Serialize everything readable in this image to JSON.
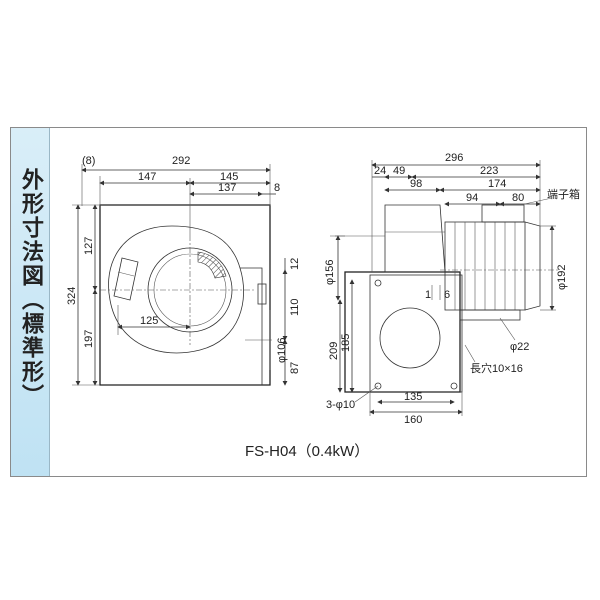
{
  "title": "外形寸法図（標準形）",
  "caption": "FS-H04（0.4kW）",
  "front_view": {
    "dims": {
      "d8_paren": "(8)",
      "d292": "292",
      "d147": "147",
      "d145": "145",
      "d137": "137",
      "d8": "8",
      "d127": "127",
      "d324": "324",
      "d197": "197",
      "d125": "125",
      "d12": "12",
      "d110": "110",
      "d106": "φ106",
      "d87": "87"
    }
  },
  "side_view": {
    "dims": {
      "d296": "296",
      "d24": "24",
      "d49": "49",
      "d223": "223",
      "d98": "98",
      "d174": "174",
      "d94": "94",
      "d80": "80",
      "terminal_box": "端子箱",
      "d156": "φ156",
      "d192": "φ192",
      "d1": "1",
      "d6": "6",
      "d209": "209",
      "d185": "185",
      "d22": "φ22",
      "slot": "長穴10×16",
      "holes": "3-φ10",
      "d135": "135",
      "d160": "160"
    }
  }
}
